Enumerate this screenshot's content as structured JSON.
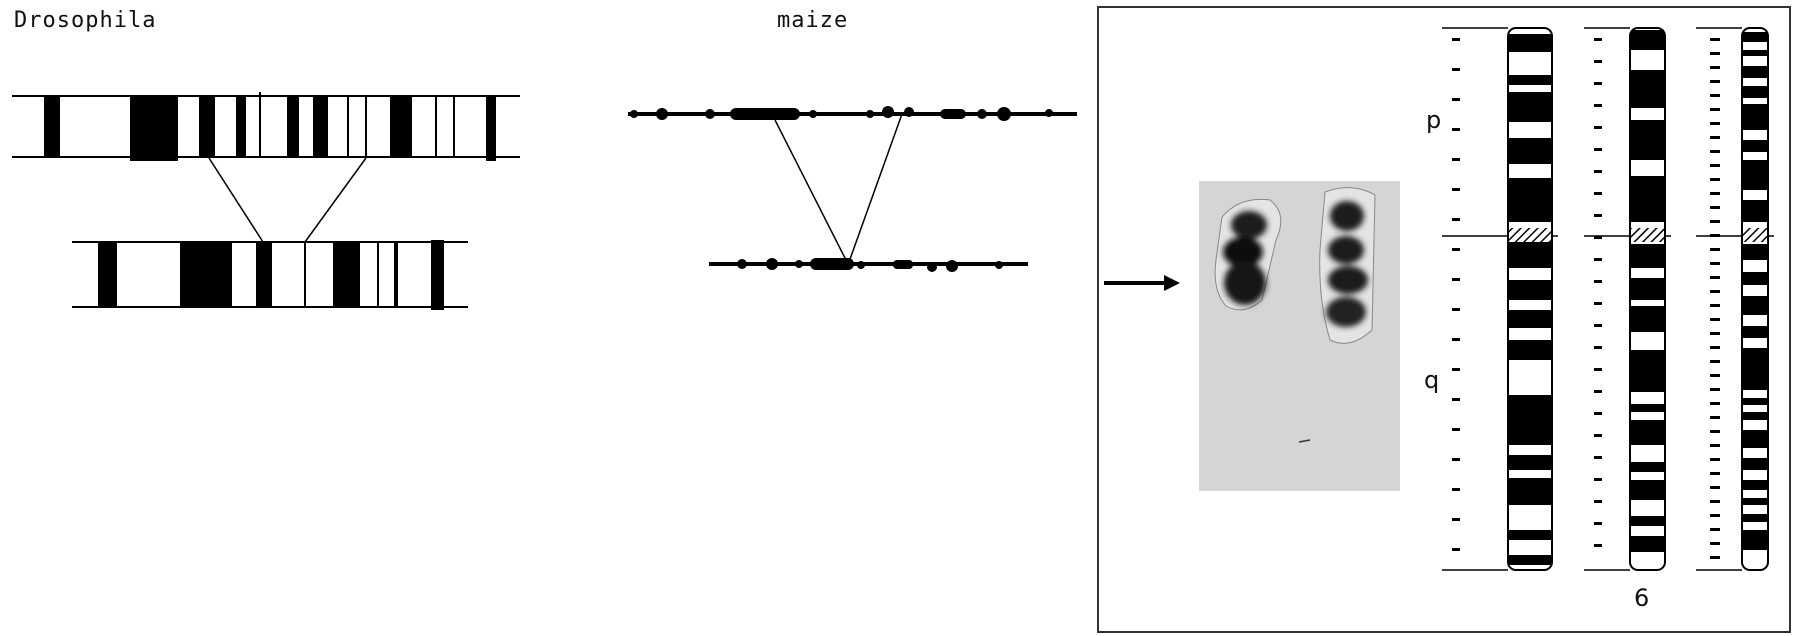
{
  "labels": {
    "drosophila": "Drosophila",
    "maize": "maize",
    "arm_p": "p",
    "arm_q": "q",
    "chromosome_number": "6"
  },
  "colors": {
    "ink": "#000000",
    "background": "#ffffff",
    "photo_background": "#cfcfcf"
  },
  "icons": [
    "right-arrow-icon"
  ]
}
